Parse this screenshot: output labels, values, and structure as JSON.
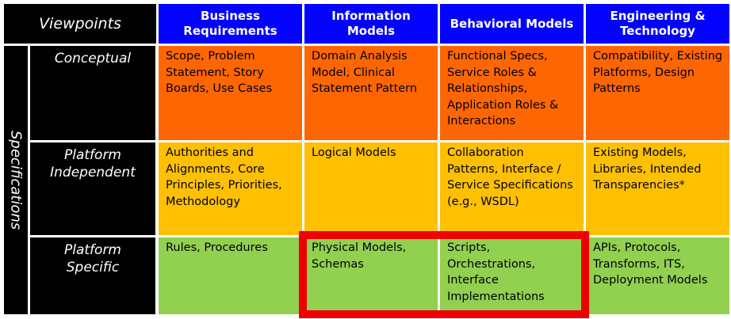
{
  "corner": {
    "label": "Viewpoints"
  },
  "side": {
    "label": "Specifications"
  },
  "columns": [
    {
      "label": "Business\nRequirements"
    },
    {
      "label": "Information\nModels"
    },
    {
      "label": "Behavioral Models"
    },
    {
      "label": "Engineering &\nTechnology"
    }
  ],
  "rows": [
    {
      "label": "Conceptual",
      "bg": "#fe6601",
      "cells": [
        "Scope, Problem Statement, Story Boards, Use Cases",
        "Domain Analysis Model, Clinical Statement Pattern",
        "Functional Specs, Service Roles & Relationships, Application Roles & Interactions",
        "Compatibility, Existing Platforms, Design Patterns"
      ]
    },
    {
      "label": "Platform\nIndependent",
      "bg": "#ffc001",
      "cells": [
        "Authorities and Alignments,  Core Principles, Priorities, Methodology",
        "Logical Models",
        "Collaboration Patterns, Interface / Service Specifications  (e.g., WSDL)",
        "Existing Models, Libraries, Intended Transparencies*"
      ]
    },
    {
      "label": "Platform\nSpecific",
      "bg": "#92d050",
      "cells": [
        "Rules, Procedures",
        "Physical Models, Schemas",
        "Scripts, Orchestrations, Interface Implementations",
        "APIs, Protocols, Transforms, ITS, Deployment Models"
      ]
    }
  ],
  "colors": {
    "header_bg": "#0202fe",
    "header_text": "#ffffff",
    "label_bg": "#000000",
    "label_text": "#ffffff",
    "highlight": "#ee0000"
  }
}
